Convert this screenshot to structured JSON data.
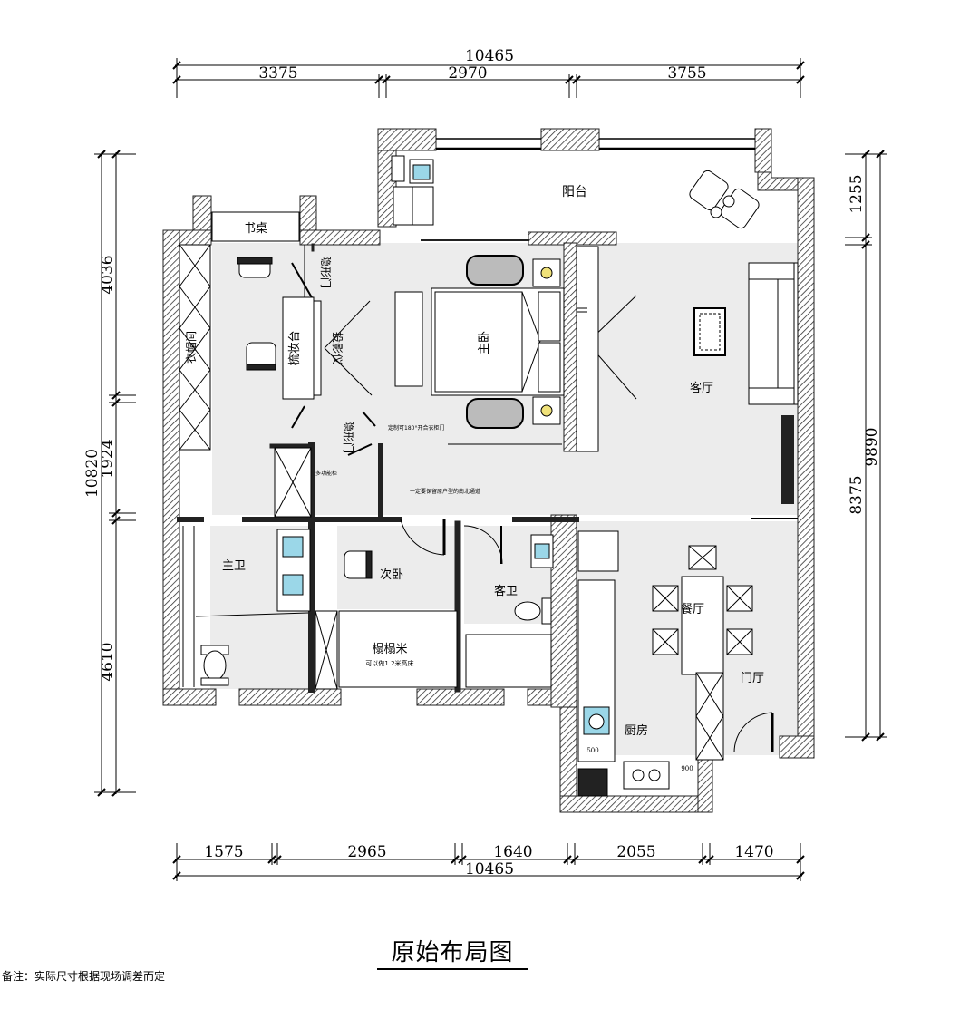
{
  "title": "原始布局图",
  "note": "备注：实际尺寸根据现场调差而定",
  "dimensions": {
    "top_total": "10465",
    "top_segments": [
      "3375",
      "2970",
      "3755"
    ],
    "bottom_segments": [
      "1575",
      "2965",
      "1640",
      "2055",
      "1470"
    ],
    "bottom_total": "10465",
    "left_total": "10820",
    "left_segments": [
      "4036",
      "1924",
      "4610"
    ],
    "right_upper": "1255",
    "right_middle": "8375",
    "right_total": "9890"
  },
  "rooms": {
    "balcony": "阳台",
    "desk": "书桌",
    "master_bedroom": "主卧",
    "living_room": "客厅",
    "dining_room": "餐厅",
    "entry": "门厅",
    "kitchen": "厨房",
    "master_bath": "主卫",
    "second_bedroom": "次卧",
    "guest_bath": "客卫",
    "tatami": "榻榻米"
  },
  "labels": {
    "wardrobe": "衣帽间",
    "vanity": "梳妆台",
    "hidden_door_1": "隐形门",
    "hidden_door_2": "隐形门",
    "projector": "投影仪",
    "tatami_note": "可以做1.2米高床"
  },
  "annotations": {
    "door_note": "定制可180°开合衣柜门",
    "wall_note": "一定要保留原户型的南北通道",
    "storage_note": "多功能柜"
  },
  "small_dims": [
    "500",
    "900"
  ]
}
